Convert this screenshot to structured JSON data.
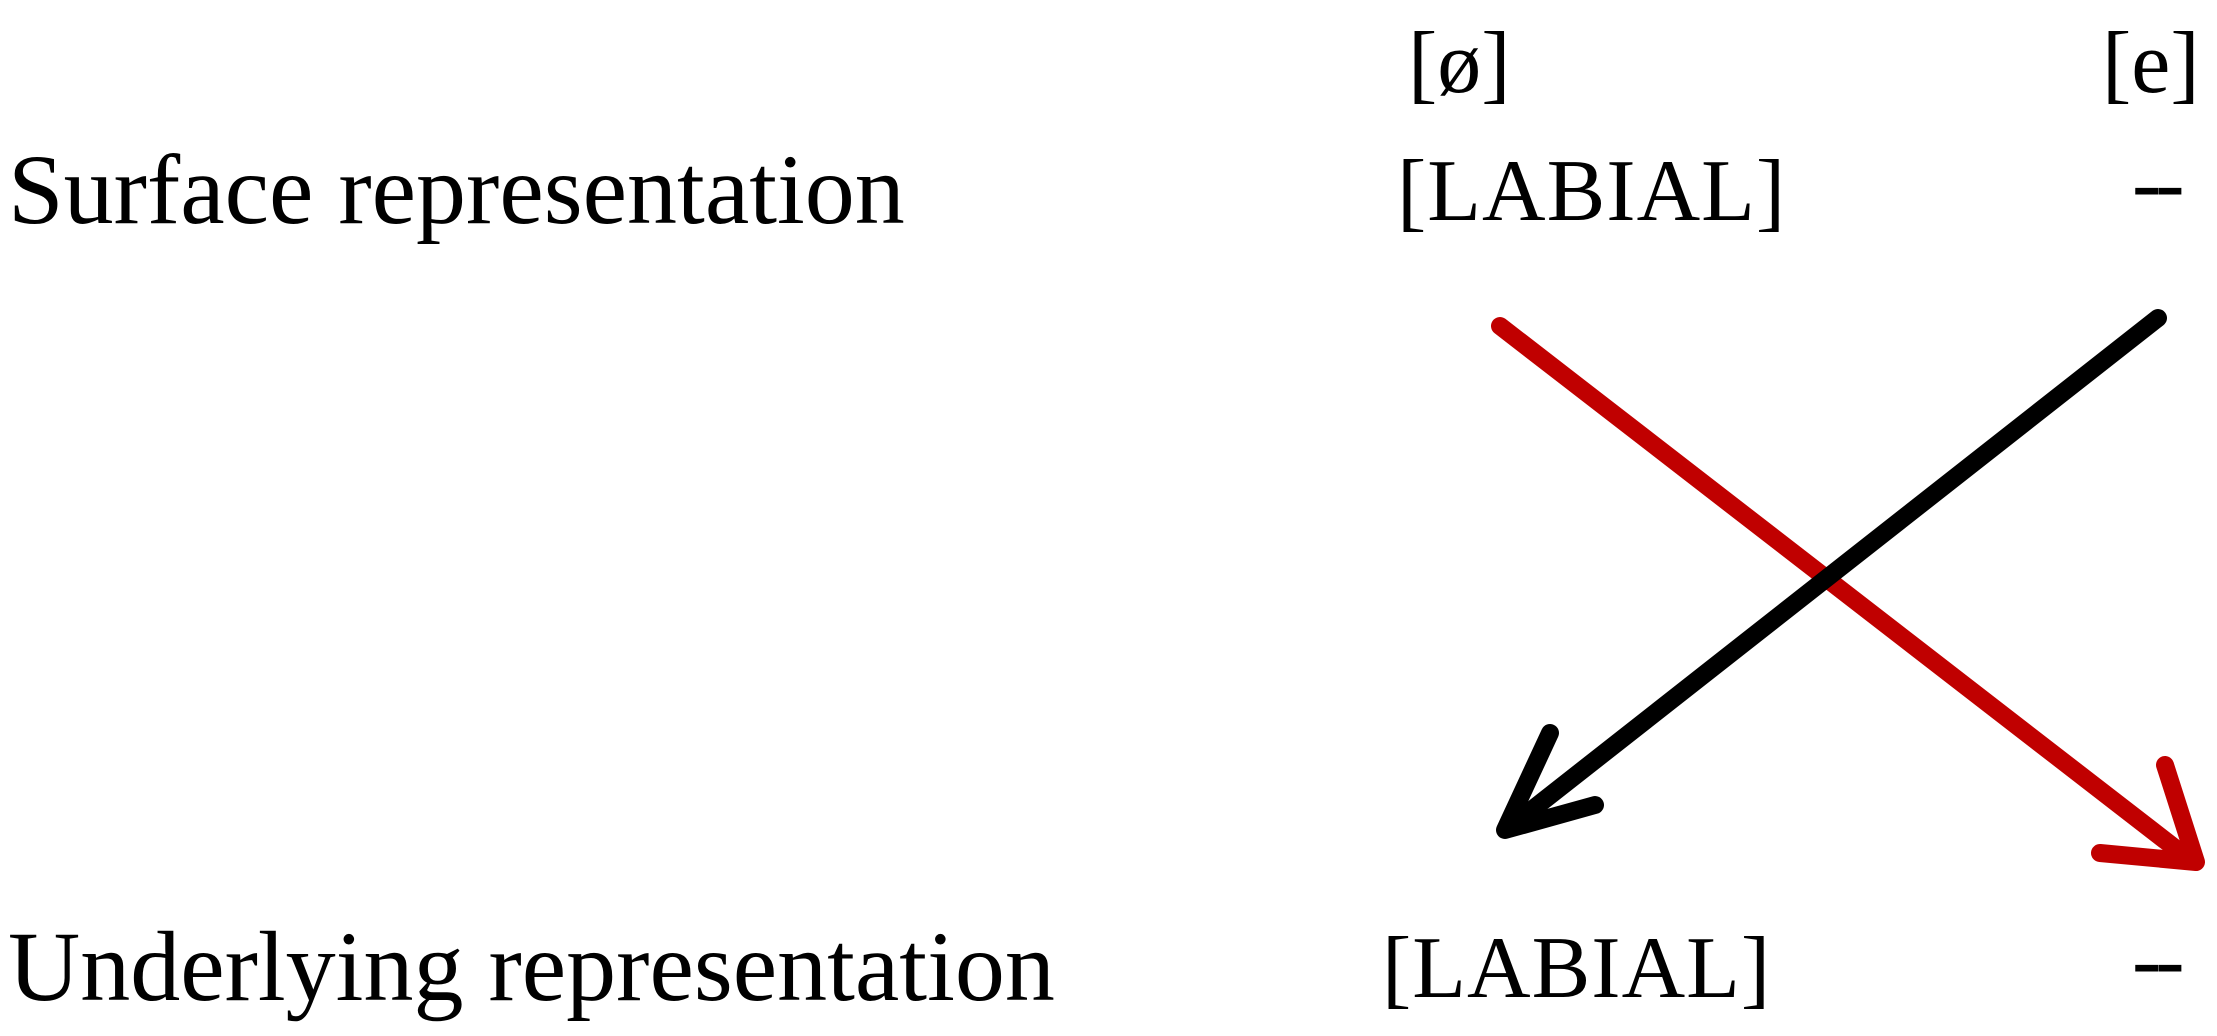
{
  "vowels": {
    "left": "[ø]",
    "right": "[e]"
  },
  "surface": {
    "label": "Surface representation",
    "left_feature": "[LABIAL]",
    "right_feature": "--"
  },
  "underlying": {
    "label": "Underlying representation",
    "left_feature": "[LABIAL]",
    "right_feature": "--"
  },
  "colors": {
    "red_arrow": "#c00000",
    "black_arrow": "#000000"
  }
}
